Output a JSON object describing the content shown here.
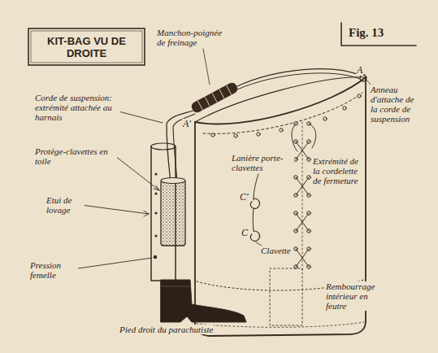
{
  "diagram": {
    "title": "KIT-BAG VU DE DROITE",
    "labels": [
      "Manchon-poignée de freinage",
      "Fig. 13",
      "A",
      "Anneau d'attache de la corde de suspension",
      "A'",
      "Corde de suspension: extrémité attachée au harnais",
      "Lanière porte-clavettes",
      "Extrémité de la cordelette de fermeture",
      "Protège-clavettes en toile",
      "C'",
      "Etui de lovage",
      "C",
      "Clavette",
      "Pression femelle",
      "Rembourrage intérieur en feutre",
      "Pied droit du parachutiste"
    ]
  }
}
